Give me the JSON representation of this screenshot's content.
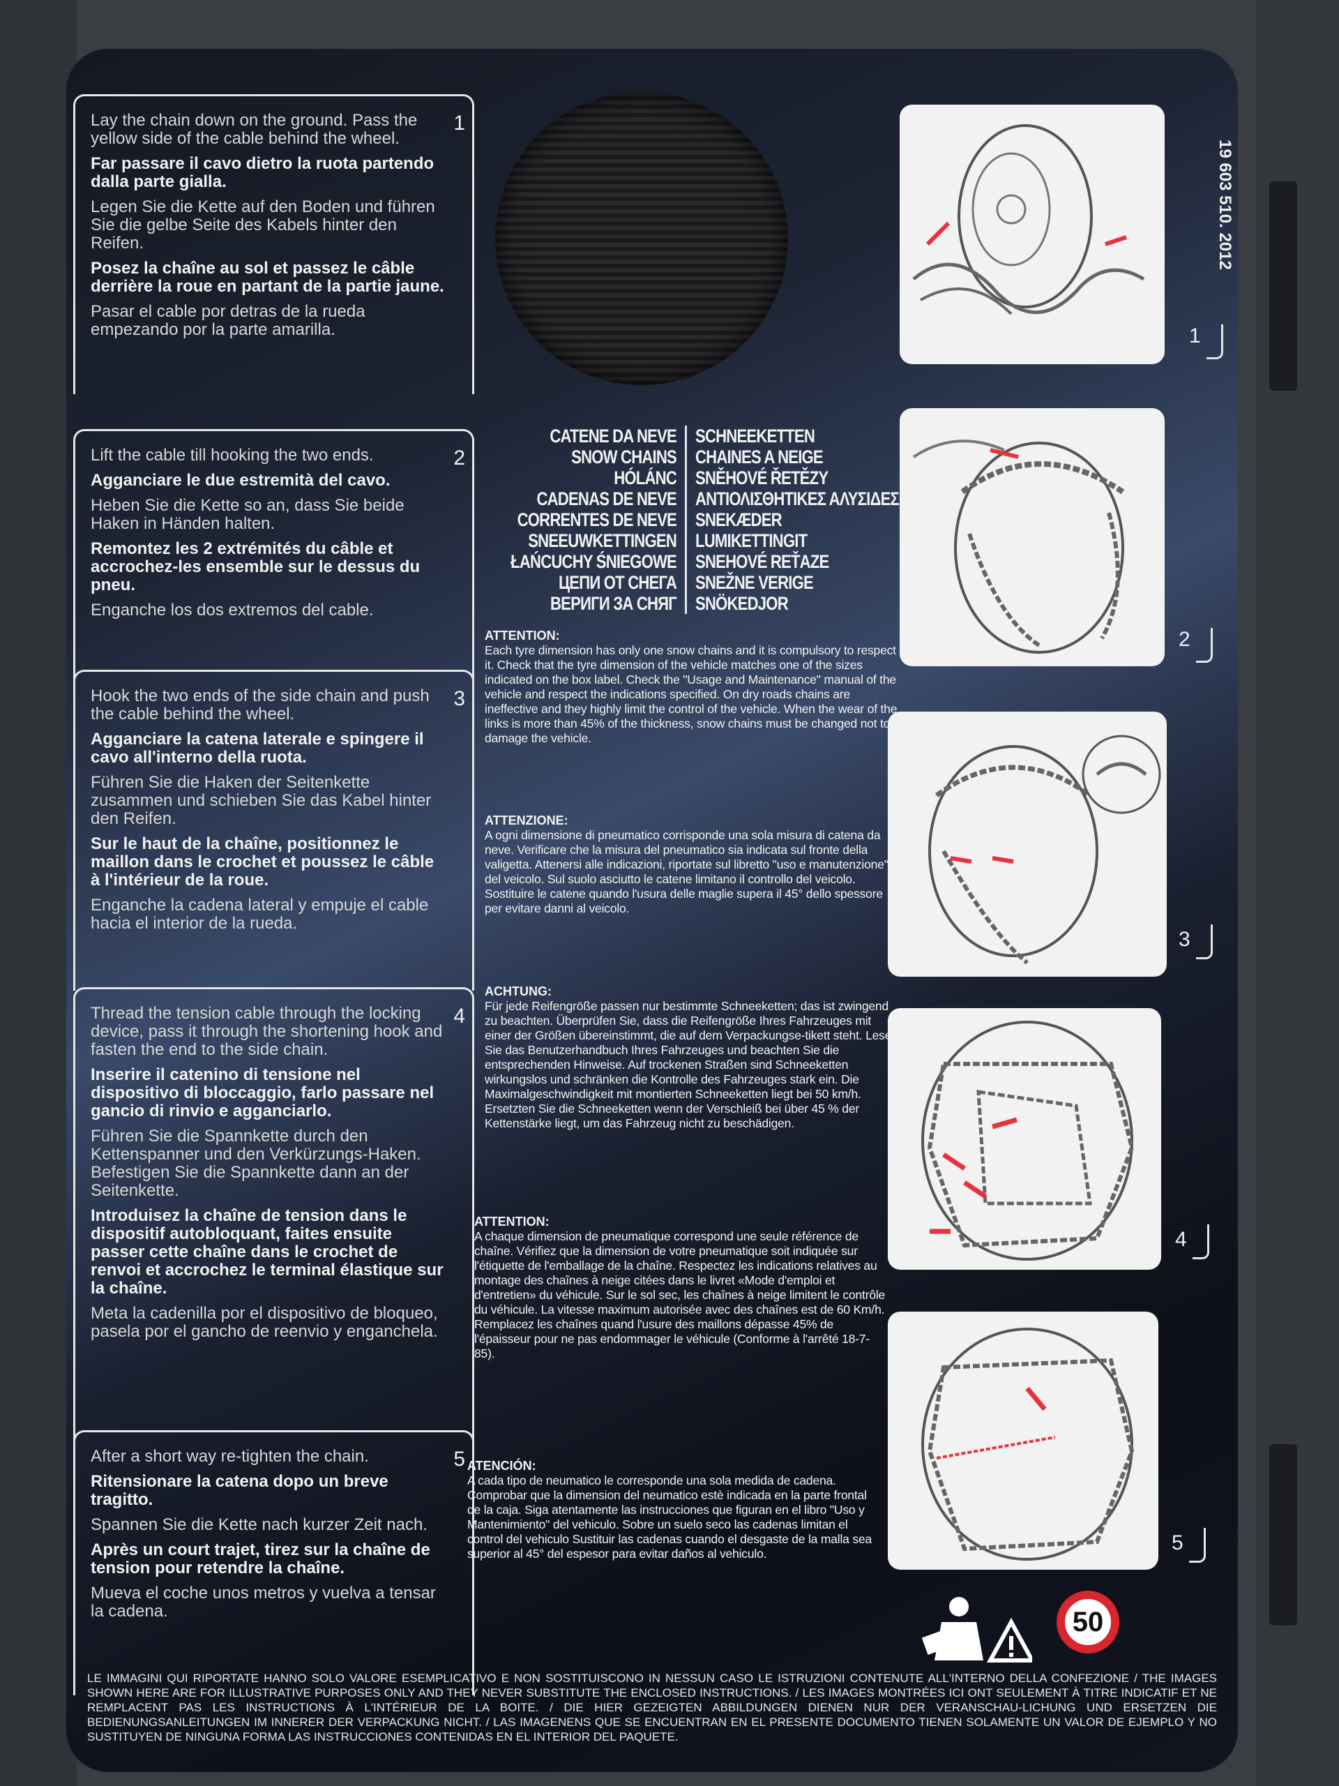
{
  "product_ref": "19 603 510. 2012",
  "steps": [
    {
      "number": "1",
      "texts": [
        {
          "style": "l",
          "text": "Lay the chain down on the ground. Pass the yellow side of the cable behind the wheel."
        },
        {
          "style": "b",
          "text": "Far passare il cavo dietro la ruota partendo dalla parte gialla."
        },
        {
          "style": "l",
          "text": "Legen Sie die Kette auf den Boden und führen Sie die gelbe Seite des Kabels hinter den Reifen."
        },
        {
          "style": "b",
          "text": "Posez la chaîne au sol et passez le câble derrière la roue en partant de la partie jaune."
        },
        {
          "style": "l",
          "text": "Pasar el cable por detras de la rueda empezando por la parte amarilla."
        }
      ]
    },
    {
      "number": "2",
      "texts": [
        {
          "style": "l",
          "text": "Lift the cable till hooking the two ends."
        },
        {
          "style": "b",
          "text": "Agganciare le due estremità del cavo."
        },
        {
          "style": "l",
          "text": "Heben Sie die Kette so an, dass Sie beide Haken in Händen halten."
        },
        {
          "style": "b",
          "text": "Remontez les 2 extrémités du câble et accrochez-les ensemble sur le dessus du pneu."
        },
        {
          "style": "l",
          "text": "Enganche los dos extremos del cable."
        }
      ]
    },
    {
      "number": "3",
      "texts": [
        {
          "style": "l",
          "text": "Hook the two ends of the side chain and push the cable behind the wheel."
        },
        {
          "style": "b",
          "text": "Agganciare la catena laterale e spingere il cavo all'interno della ruota."
        },
        {
          "style": "l",
          "text": "Führen Sie die Haken der Seitenkette zusammen und schieben Sie das Kabel hinter den Reifen."
        },
        {
          "style": "b",
          "text": "Sur le haut de la chaîne, positionnez le maillon dans le crochet et poussez le câble à l'intérieur de la roue."
        },
        {
          "style": "l",
          "text": "Enganche la cadena lateral y empuje el cable hacia el interior de la rueda."
        }
      ]
    },
    {
      "number": "4",
      "texts": [
        {
          "style": "l",
          "text": "Thread the tension cable through the locking device, pass it through the shortening hook and fasten the end to the side chain."
        },
        {
          "style": "b",
          "text": "Inserire il catenino di tensione nel dispositivo di bloccaggio, farlo passare nel gancio di rinvio e agganciarlo."
        },
        {
          "style": "l",
          "text": "Führen Sie die Spannkette durch den Kettenspanner und den Verkürzungs-Haken. Befestigen Sie die Spannkette dann an der Seitenkette."
        },
        {
          "style": "b",
          "text": "Introduisez la chaîne de tension dans le dispositif autobloquant, faites ensuite passer cette chaîne dans le crochet de renvoi et accrochez le terminal élastique sur la chaîne."
        },
        {
          "style": "l",
          "text": "Meta la cadenilla por el dispositivo de bloqueo, pasela por el gancho de reenvio y enganchela."
        }
      ]
    },
    {
      "number": "5",
      "texts": [
        {
          "style": "l",
          "text": "After a short way re-tighten the chain."
        },
        {
          "style": "b",
          "text": "Ritensionare la catena dopo un breve tragitto."
        },
        {
          "style": "l",
          "text": "Spannen Sie die Kette nach kurzer Zeit nach."
        },
        {
          "style": "b",
          "text": "Après un court trajet, tirez sur la chaîne de tension pour retendre la chaîne."
        },
        {
          "style": "l",
          "text": "Mueva el coche unos metros y vuelva a tensar la cadena."
        }
      ]
    }
  ],
  "titles_left": [
    "CATENE DA NEVE",
    "SNOW CHAINS",
    "HÓLÁNC",
    "CADENAS DE NEVE",
    "CORRENTES DE NEVE",
    "SNEEUWKETTINGEN",
    "ŁAŃCUCHY ŚNIEGOWE",
    "ЦЕПИ ОТ СНЕГА",
    "ВЕРИГИ ЗА СНЯГ"
  ],
  "titles_right": [
    "SCHNEEKETTEN",
    "CHAINES A NEIGE",
    "SNĚHOVÉ ŘETĚZY",
    "ΑΝΤΙΟΛΙΣΘΗΤΙΚΕΣ ΑΛΥΣΙΔΕΣ",
    "SNEKÆDER",
    "LUMIKETTINGIT",
    "SNEHOVÉ REŤAZE",
    "SNEŽNE VERIGE",
    "SNÖKEDJOR"
  ],
  "warnings": [
    {
      "heading": "ATTENTION:",
      "text": "Each tyre dimension has only one snow chains and it is compulsory to respect it. Check that the tyre dimension of the vehicle matches one of the sizes indicated on the box label. Check the \"Usage and Maintenance\" manual of the vehicle and respect the indications specified. On dry roads chains are ineffective and they highly limit the control of the vehicle. When the wear of the links is more than 45% of the thickness, snow chains must be changed not to damage the vehicle."
    },
    {
      "heading": "ATTENZIONE:",
      "text": "A ogni dimensione di pneumatico corrisponde una sola misura di catena da neve. Verificare che la misura del pneumatico sia indicata sul fronte della valigetta. Attenersi alle indicazioni, riportate sul libretto \"uso e manutenzione\" del veicolo. Sul suolo asciutto le catene limitano il controllo del veicolo. Sostituire le catene quando l'usura delle maglie supera il 45° dello spessore per evitare danni al veicolo."
    },
    {
      "heading": "ACHTUNG:",
      "text": "Für jede Reifengröße passen nur bestimmte Schneeketten; das ist zwingend zu beachten. Überprüfen Sie, dass die Reifengröße Ihres Fahrzeuges mit einer der Größen übereinstimmt, die auf dem Verpackungse-tikett steht. Lesen Sie das Benutzerhandbuch Ihres Fahrzeuges und beachten Sie die entsprechenden Hinweise. Auf trockenen Straßen sind Schneeketten wirkungslos und schränken die Kontrolle des Fahrzeuges stark ein. Die Maximalgeschwindigkeit mit montierten Schneeketten liegt bei 50 km/h. Ersetzten Sie die Schneeketten wenn der Verschleiß bei über 45 % der Kettenstärke liegt, um das Fahrzeug nicht zu beschädigen."
    },
    {
      "heading": "ATTENTION:",
      "text": "A chaque dimension de pneumatique correspond une seule référence de chaîne. Vérifiez que la dimension de votre pneumatique soit indiquée sur l'étiquette de l'emballage de la chaîne. Respectez les indications relatives au montage des chaînes à neige citées dans le livret «Mode d'emploi et d'entretien» du véhicule. Sur le sol sec, les chaînes à neige limitent le contrôle du véhicule. La vitesse maximum autorisée avec des chaînes est de 60 Km/h. Remplacez les chaînes quand l'usure des maillons dépasse 45% de l'épaisseur pour ne pas endommager le véhicule (Conforme à l'arrêté 18-7-85)."
    },
    {
      "heading": "ATENCIÓN:",
      "text": "A cada tipo de neumatico le corresponde una sola medida de cadena. Comprobar que la dimension del neumatico estè indicada en la parte frontal de la caja. Siga atentamente las instrucciones que figuran en el libro \"Uso y Mantenimiento\" del vehiculo. Sobre un suelo seco las cadenas limitan el control del vehiculo Sustituir las cadenas cuando el desgaste de la malla sea superior al 45° del espesor para evitar daños al vehiculo."
    }
  ],
  "panel_numbers": [
    "1",
    "2",
    "3",
    "4",
    "5"
  ],
  "speed_limit": "50",
  "disclaimer": "LE IMMAGINI QUI RIPORTATE HANNO SOLO VALORE ESEMPLICATIVO E NON SOSTITUISCONO IN NESSUN CASO LE ISTRUZIONI CONTENUTE ALL'INTERNO DELLA CONFEZIONE / THE IMAGES SHOWN HERE ARE FOR ILLUSTRATIVE PURPOSES ONLY AND THEY NEVER SUBSTITUTE THE ENCLOSED INSTRUCTIONS. / LES IMAGES MONTRÉES ICI ONT SEULEMENT À TITRE INDICATIF ET NE REMPLACENT PAS LES INSTRUCTIONS À L'INTÉRIEUR DE LA BOITE. / DIE HIER GEZEIGTEN ABBILDUNGEN DIENEN NUR DER VERANSCHAU-LICHUNG UND ERSETZEN DIE BEDIENUNGSANLEITUNGEN IM INNERER DER VERPACKUNG NICHT. / LAS IMAGENENS QUE SE ENCUENTRAN EN EL PRESENTE DOCUMENTO TIENEN SOLAMENTE UN VALOR DE EJEMPLO Y NO SUSTITUYEN DE NINGUNA FORMA LAS INSTRUCCIONES CONTENIDAS EN EL INTERIOR DEL PAQUETE.",
  "colors": {
    "arrow": "#e5343d",
    "speed_ring": "#d7262d",
    "panel_bg": "#f2f2f2"
  }
}
